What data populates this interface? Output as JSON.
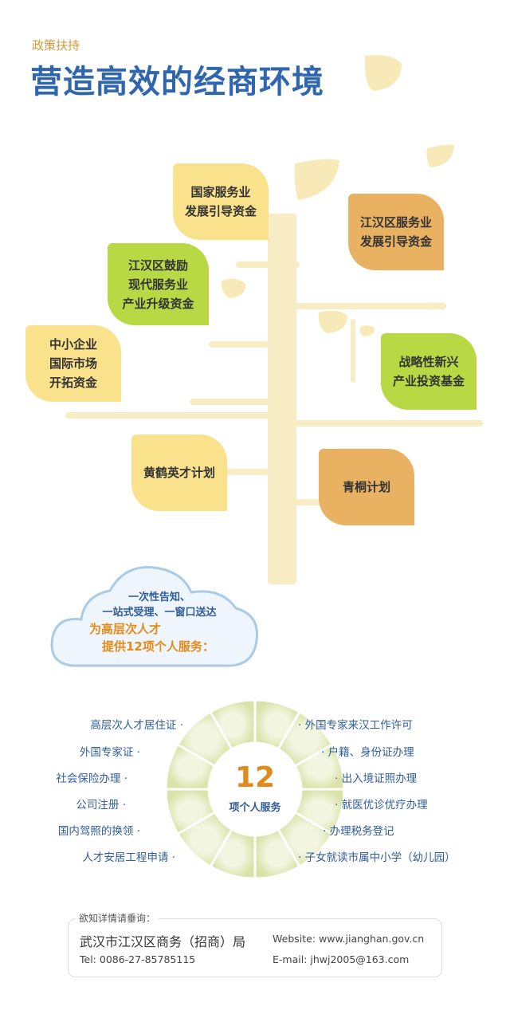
{
  "header": {
    "subtitle": "政策扶持",
    "title": "营造高效的经商环境"
  },
  "tree": {
    "leaves": [
      {
        "label": "国家服务业\n发展引导资金",
        "color": "#f9e28b"
      },
      {
        "label": "江汉区服务业\n发展引导资金",
        "color": "#e8b262"
      },
      {
        "label": "江汉区鼓励\n现代服务业\n产业升级资金",
        "color": "#b8d944"
      },
      {
        "label": "中小企业\n国际市场\n开拓资金",
        "color": "#f9e28b"
      },
      {
        "label": "战略性新兴\n产业投资基金",
        "color": "#b8d944"
      },
      {
        "label": "黄鹤英才计划",
        "color": "#f9e28b"
      },
      {
        "label": "青桐计划",
        "color": "#e8b262"
      }
    ]
  },
  "cloud": {
    "line1": "一次性告知、",
    "line2": "一站式受理、一窗口送达",
    "line3": "为高层次人才",
    "line4": "提供12项个人服务："
  },
  "services": {
    "count": "12",
    "count_label": "项个人服务",
    "left": [
      "高层次人才居住证 ·",
      "外国专家证 ·",
      "社会保险办理 ·",
      "公司注册 ·",
      "国内驾照的换领 ·",
      "人才安居工程申请 ·"
    ],
    "right": [
      "· 外国专家来汉工作许可",
      "· 户籍、身份证办理",
      "· 出入境证照办理",
      "· 就医优诊优疗办理",
      "· 办理税务登记",
      "· 子女就读市属中小学（幼儿园）"
    ]
  },
  "footer": {
    "label": "欲知详情请垂询：",
    "org": "武汉市江汉区商务（招商）局",
    "tel": "Tel:  0086-27-85785115",
    "website": "Website: www.jianghan.gov.cn",
    "email": "E-mail: jhwj2005@163.com"
  }
}
